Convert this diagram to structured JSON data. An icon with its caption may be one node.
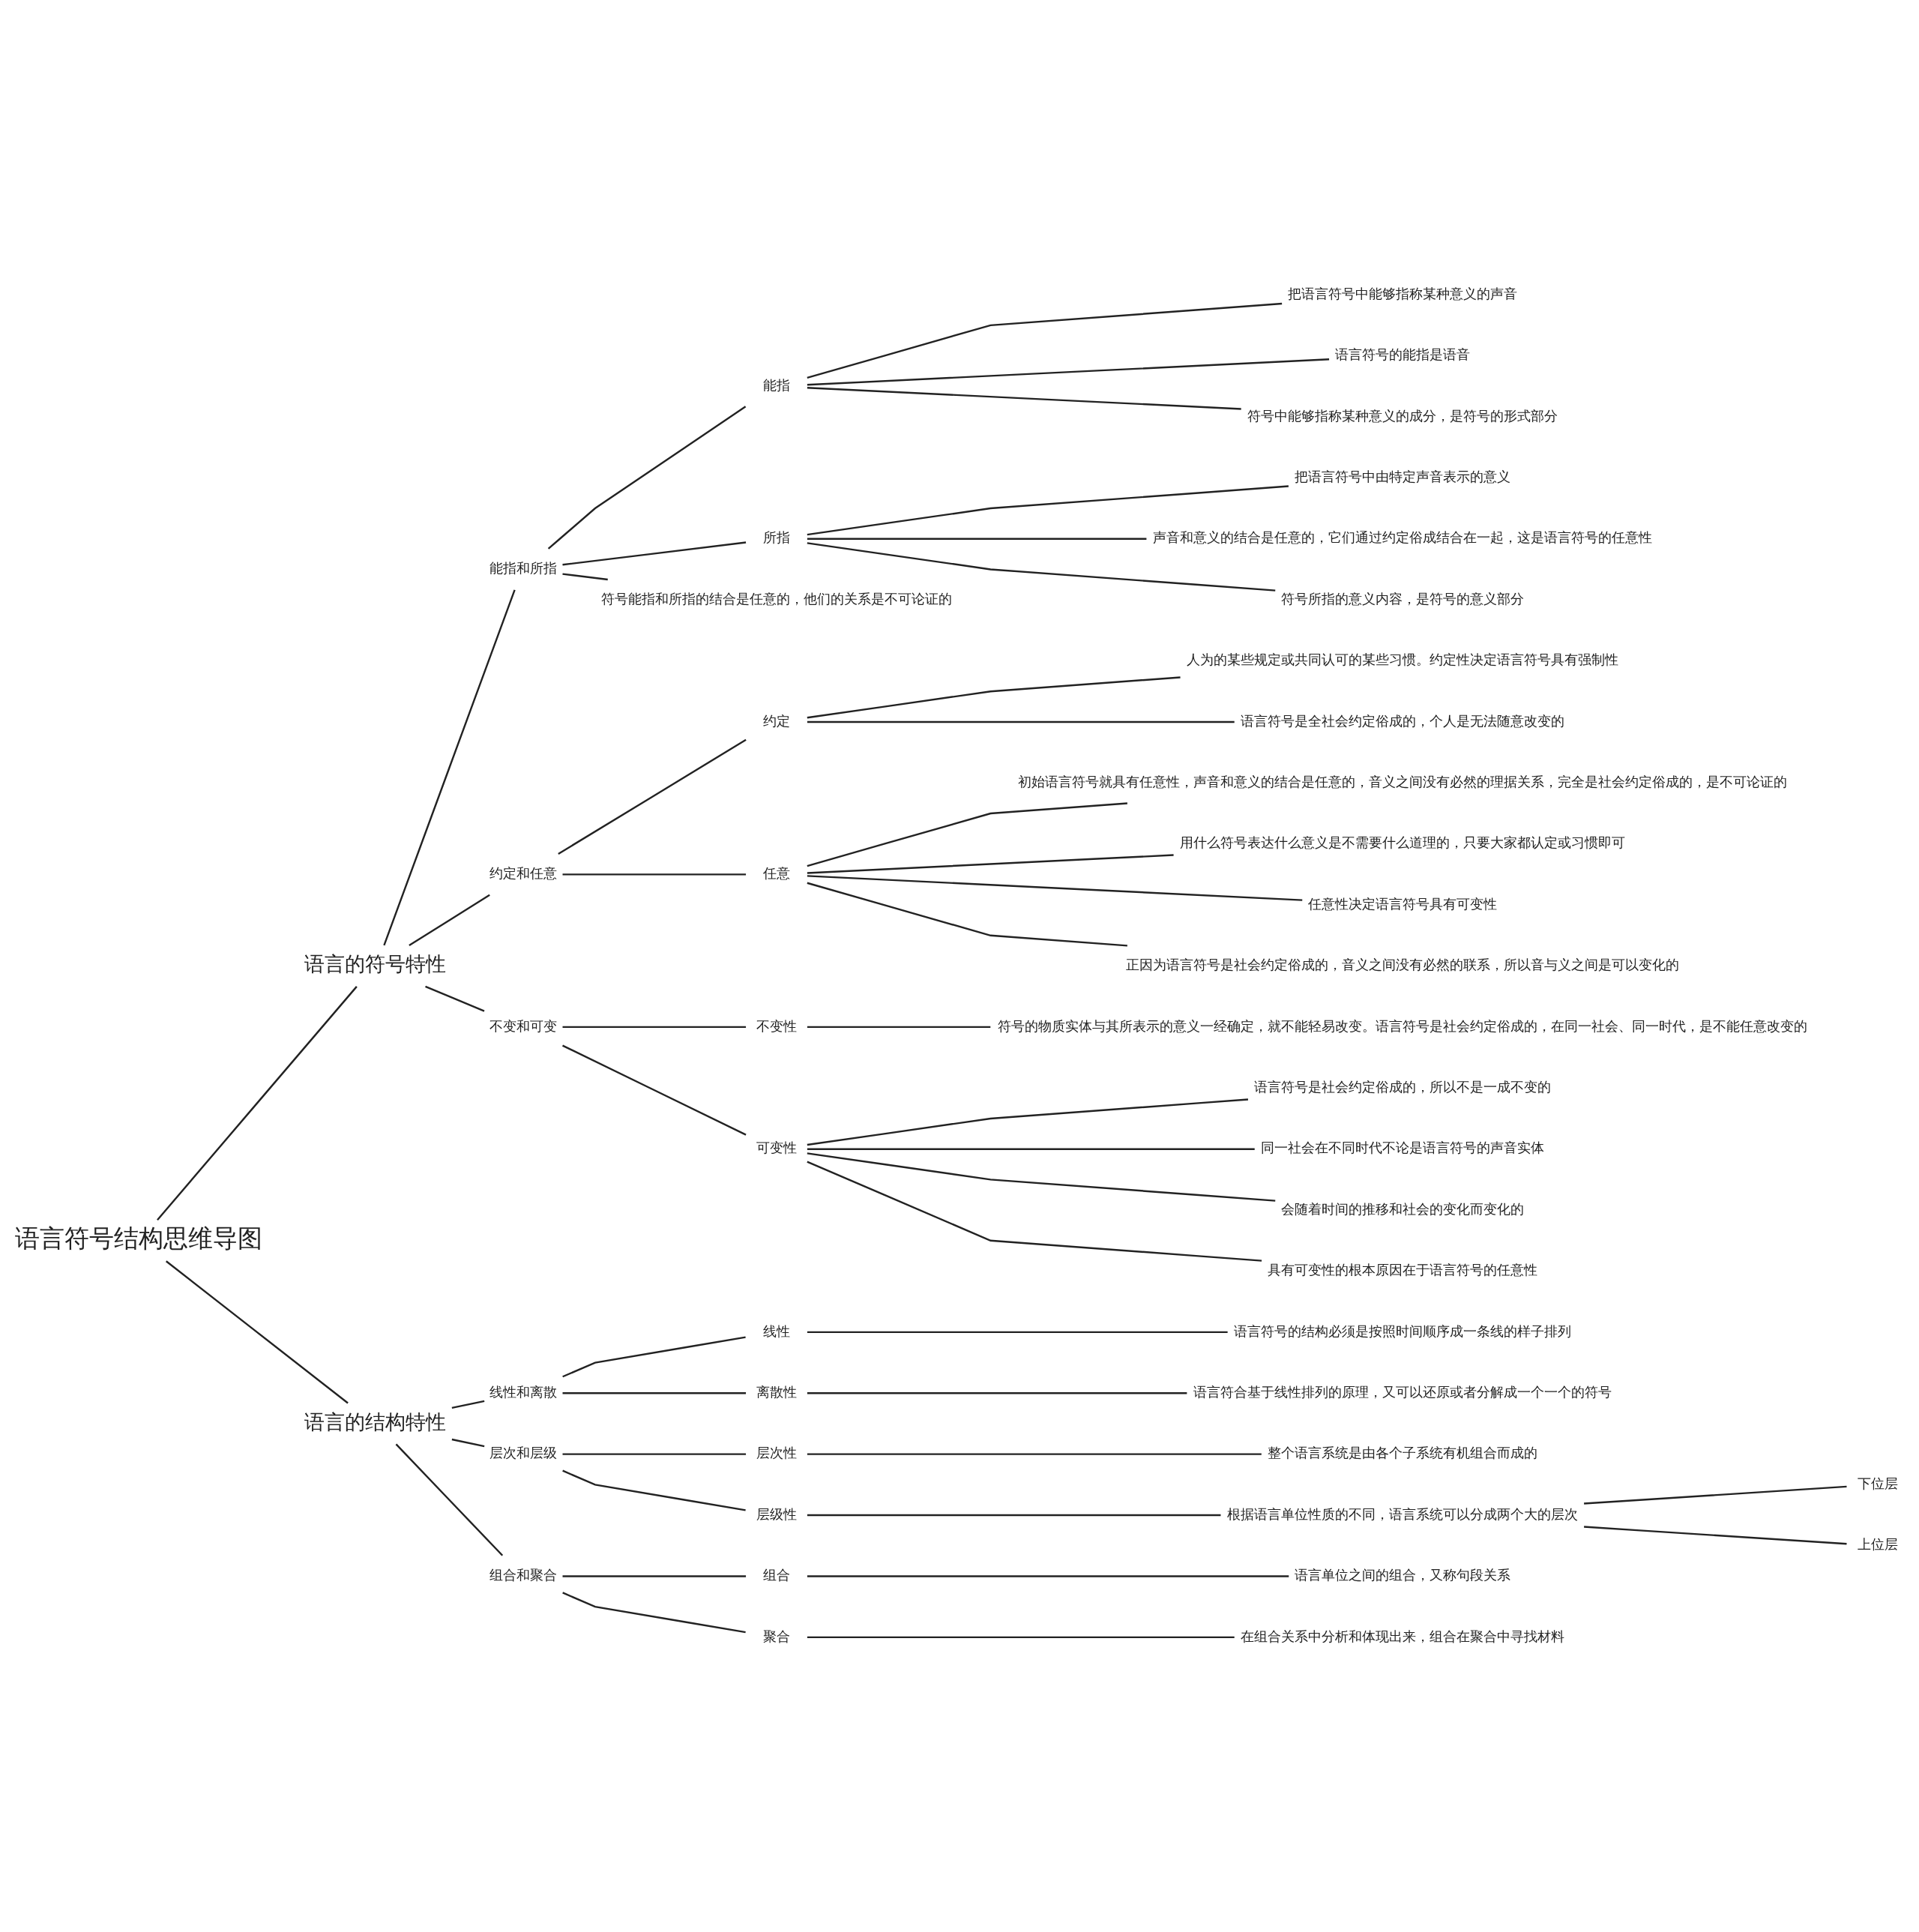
{
  "diagram": {
    "nodes": [
      {
        "text": [
          "语言符号结构思维导图"
        ]
      },
      {
        "text": [
          "语言的符号特性"
        ]
      },
      {
        "text": [
          "能指和所指"
        ]
      },
      {
        "text": [
          "能指"
        ]
      },
      {
        "text": [
          "把语言符号中能够指称某种意义的声音"
        ]
      },
      {
        "text": [
          "语言符号的能指是语音"
        ]
      },
      {
        "text": [
          "符号中能够指称某种意义的成分，是符号的形式部分"
        ]
      },
      {
        "text": [
          "所指"
        ]
      },
      {
        "text": [
          "把语言符号中由特定声音表示的意义"
        ]
      },
      {
        "text": [
          "声音和意义的结合是任意的，它们通过约定俗成结合在一起，这是语言符号的任意性"
        ]
      },
      {
        "text": [
          "符号所指的意义内容，是符号的意义部分"
        ]
      },
      {
        "text": [
          "符号能指和所指的结合是任意的，他们的关系是不可论证的"
        ]
      },
      {
        "text": [
          "约定和任意"
        ]
      },
      {
        "text": [
          "约定"
        ]
      },
      {
        "text": [
          "人为的某些规定或共同认可的某些习惯。约定性决定语言符号具有强制性"
        ]
      },
      {
        "text": [
          "语言符号是全社会约定俗成的，个人是无法随意改变的"
        ]
      },
      {
        "text": [
          "任意"
        ]
      },
      {
        "text": [
          "初始语言符号就具有任意性，声音和意义的结合是任意的，音义之间没有必然的理据关系，完全是社会约定俗成的，是不可论证的"
        ]
      },
      {
        "text": [
          "用什么符号表达什么意义是不需要什么道理的，只要大家都认定或习惯即可"
        ]
      },
      {
        "text": [
          "任意性决定语言符号具有可变性"
        ]
      },
      {
        "text": [
          "正因为语言符号是社会约定俗成的，音义之间没有必然的联系，所以音与义之间是可以变化的"
        ]
      },
      {
        "text": [
          "不变和可变"
        ]
      },
      {
        "text": [
          "不变性"
        ]
      },
      {
        "text": [
          "符号的物质实体与其所表示的意义一经确定，就不能轻易改变。语言符号是社会约定俗成的，在同一社会、同一时代，是不能任意改变的"
        ]
      },
      {
        "text": [
          "可变性"
        ]
      },
      {
        "text": [
          "语言符号是社会约定俗成的，所以不是一成不变的"
        ]
      },
      {
        "text": [
          "同一社会在不同时代不论是语言符号的声音实体"
        ]
      },
      {
        "text": [
          "会随着时间的推移和社会的变化而变化的"
        ]
      },
      {
        "text": [
          "具有可变性的根本原因在于语言符号的任意性"
        ]
      },
      {
        "text": [
          "语言的结构特性"
        ]
      },
      {
        "text": [
          "线性和离散"
        ]
      },
      {
        "text": [
          "线性"
        ]
      },
      {
        "text": [
          "语言符号的结构必须是按照时间顺序成一条线的样子排列"
        ]
      },
      {
        "text": [
          "离散性"
        ]
      },
      {
        "text": [
          "语言符合基于线性排列的原理，又可以还原或者分解成一个一个的符号"
        ]
      },
      {
        "text": [
          "层次和层级"
        ]
      },
      {
        "text": [
          "层次性"
        ]
      },
      {
        "text": [
          "整个语言系统是由各个子系统有机组合而成的"
        ]
      },
      {
        "text": [
          "层级性"
        ]
      },
      {
        "text": [
          "根据语言单位性质的不同，语言系统可以分成两个大的层次"
        ]
      },
      {
        "text": [
          "下位层"
        ]
      },
      {
        "text": [
          "上位层"
        ]
      },
      {
        "text": [
          "组合和聚合"
        ]
      },
      {
        "text": [
          "组合"
        ]
      },
      {
        "text": [
          "语言单位之间的组合，又称句段关系"
        ]
      },
      {
        "text": [
          "聚合"
        ]
      },
      {
        "text": [
          "在组合关系中分析和体现出来，组合在聚合中寻找材料"
        ]
      }
    ],
    "edges": [
      {
        "from": 0,
        "to": 1,
        "arrow": "none"
      },
      {
        "from": 1,
        "to": 2,
        "arrow": "none"
      },
      {
        "from": 2,
        "to": 3,
        "arrow": "none"
      },
      {
        "from": 3,
        "to": 4,
        "arrow": "none"
      },
      {
        "from": 3,
        "to": 5,
        "arrow": "none"
      },
      {
        "from": 3,
        "to": 6,
        "arrow": "none"
      },
      {
        "from": 2,
        "to": 7,
        "arrow": "none"
      },
      {
        "from": 7,
        "to": 8,
        "arrow": "none"
      },
      {
        "from": 7,
        "to": 9,
        "arrow": "none"
      },
      {
        "from": 7,
        "to": 10,
        "arrow": "none"
      },
      {
        "from": 2,
        "to": 11,
        "arrow": "none"
      },
      {
        "from": 1,
        "to": 12,
        "arrow": "none"
      },
      {
        "from": 12,
        "to": 13,
        "arrow": "none"
      },
      {
        "from": 13,
        "to": 14,
        "arrow": "none"
      },
      {
        "from": 13,
        "to": 15,
        "arrow": "none"
      },
      {
        "from": 12,
        "to": 16,
        "arrow": "none"
      },
      {
        "from": 16,
        "to": 17,
        "arrow": "none"
      },
      {
        "from": 16,
        "to": 18,
        "arrow": "none"
      },
      {
        "from": 16,
        "to": 19,
        "arrow": "none"
      },
      {
        "from": 16,
        "to": 20,
        "arrow": "none"
      },
      {
        "from": 1,
        "to": 21,
        "arrow": "none"
      },
      {
        "from": 21,
        "to": 22,
        "arrow": "none"
      },
      {
        "from": 22,
        "to": 23,
        "arrow": "none"
      },
      {
        "from": 21,
        "to": 24,
        "arrow": "none"
      },
      {
        "from": 24,
        "to": 25,
        "arrow": "none"
      },
      {
        "from": 24,
        "to": 26,
        "arrow": "none"
      },
      {
        "from": 24,
        "to": 27,
        "arrow": "none"
      },
      {
        "from": 24,
        "to": 28,
        "arrow": "none"
      },
      {
        "from": 0,
        "to": 29,
        "arrow": "none"
      },
      {
        "from": 29,
        "to": 30,
        "arrow": "none"
      },
      {
        "from": 30,
        "to": 31,
        "arrow": "none"
      },
      {
        "from": 31,
        "to": 32,
        "arrow": "none"
      },
      {
        "from": 30,
        "to": 33,
        "arrow": "none"
      },
      {
        "from": 33,
        "to": 34,
        "arrow": "none"
      },
      {
        "from": 29,
        "to": 35,
        "arrow": "none"
      },
      {
        "from": 35,
        "to": 36,
        "arrow": "none"
      },
      {
        "from": 36,
        "to": 37,
        "arrow": "none"
      },
      {
        "from": 35,
        "to": 38,
        "arrow": "none"
      },
      {
        "from": 38,
        "to": 39,
        "arrow": "none"
      },
      {
        "from": 39,
        "to": 40,
        "arrow": "none"
      },
      {
        "from": 39,
        "to": 41,
        "arrow": "none"
      },
      {
        "from": 29,
        "to": 42,
        "arrow": "none"
      },
      {
        "from": 42,
        "to": 43,
        "arrow": "none"
      },
      {
        "from": 43,
        "to": 44,
        "arrow": "none"
      },
      {
        "from": 42,
        "to": 45,
        "arrow": "none"
      },
      {
        "from": 45,
        "to": 46,
        "arrow": "none"
      }
    ]
  }
}
